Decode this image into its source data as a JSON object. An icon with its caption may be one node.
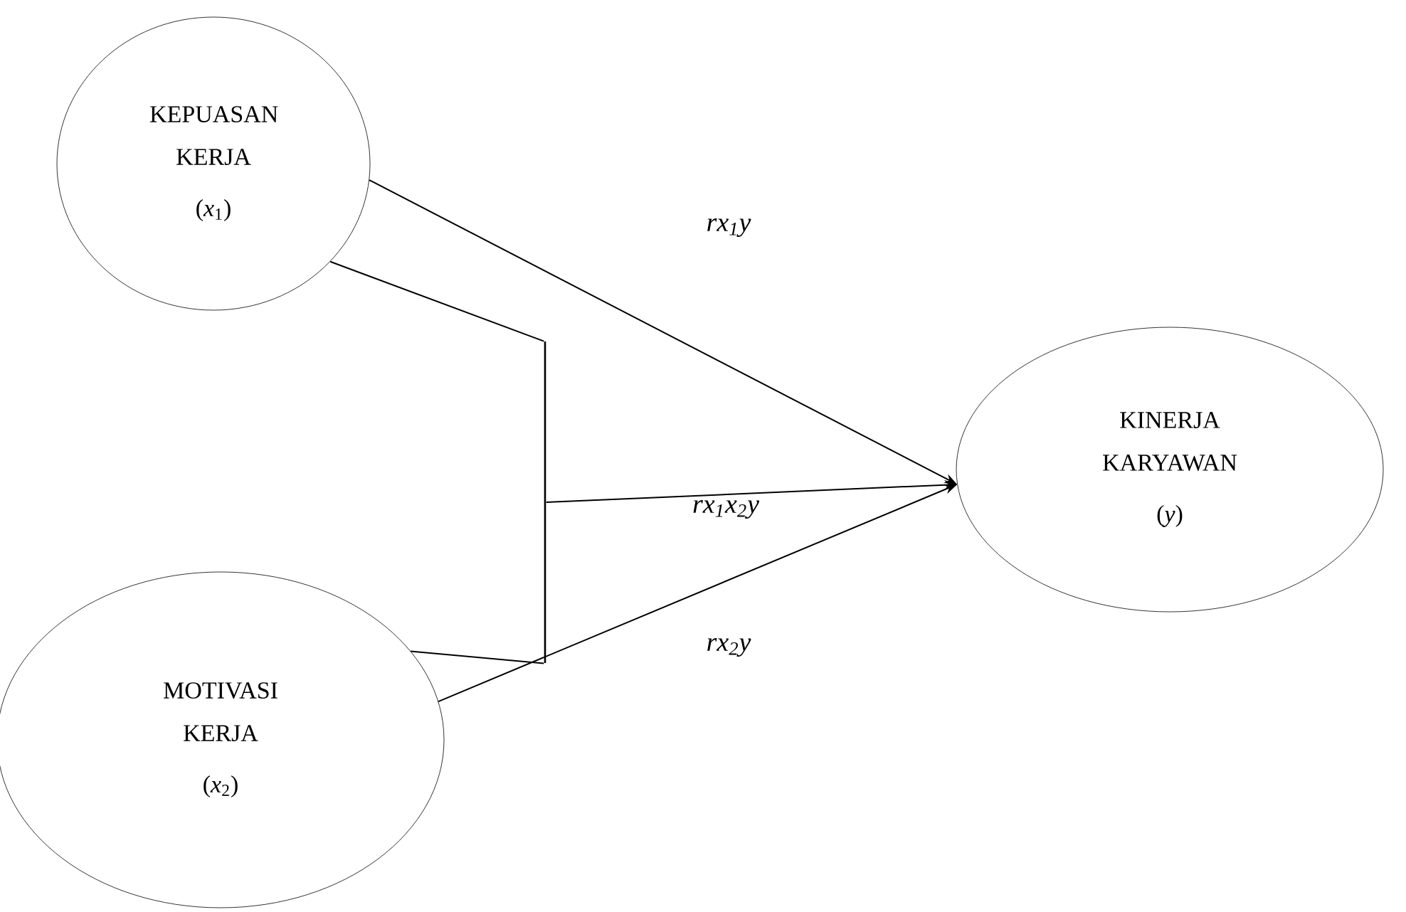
{
  "diagram": {
    "nodes": [
      {
        "text": [
          "KEPUASAN KERJA",
          "(*x*$_{1}$)"
        ]
      },
      {
        "text": [
          "MOTIVASI KERJA",
          "(*x*$_{2}$)"
        ]
      },
      {
        "text": [
          "KINERJA KARYAWAN",
          "(*y*)"
        ]
      },
      {
        "text": [],
        "shape": "bar"
      }
    ],
    "edges": [
      {
        "from": 0,
        "to": 2,
        "arrow": "to",
        "label": "rx$_{1}$y"
      },
      {
        "from": 1,
        "to": 2,
        "arrow": "to",
        "label": "rx$_{2}$y"
      },
      {
        "from": 0,
        "to": 3,
        "arrow": "none"
      },
      {
        "from": 1,
        "to": 3,
        "arrow": "none"
      },
      {
        "from": 3,
        "to": 2,
        "arrow": "to",
        "label": "rx$_{1}$x$_{2}$y"
      }
    ]
  }
}
